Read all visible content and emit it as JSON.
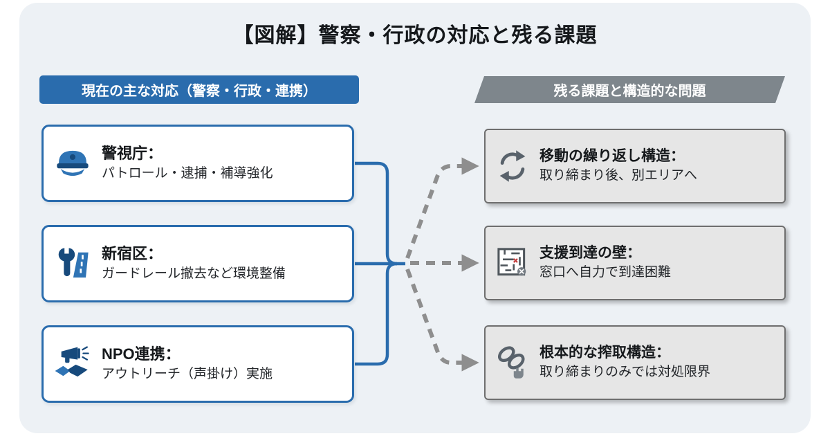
{
  "title": "【図解】警察・行政の対応と残る課題",
  "left": {
    "header": "現在の主な対応（警察・行政・連携）",
    "items": [
      {
        "icon": "police-cap-icon",
        "label": "警視庁：",
        "desc": "パトロール・逮捕・補導強化"
      },
      {
        "icon": "wrench-road-icon",
        "label": "新宿区：",
        "desc": "ガードレール撤去など環境整備"
      },
      {
        "icon": "megaphone-handshake-icon",
        "label": "NPO連携：",
        "desc": "アウトリーチ（声掛け）実施"
      }
    ]
  },
  "right": {
    "header": "残る課題と構造的な問題",
    "items": [
      {
        "icon": "repeat-arrows-icon",
        "label": "移動の繰り返し構造：",
        "desc": "取り締まり後、別エリアへ"
      },
      {
        "icon": "maze-icon",
        "label": "支援到達の壁：",
        "desc": "窓口へ自力で到達困難"
      },
      {
        "icon": "chain-hand-icon",
        "label": "根本的な搾取構造：",
        "desc": "取り締まりのみでは対処限界"
      }
    ]
  },
  "colors": {
    "accent_blue": "#2a6cad",
    "icon_blue_dark": "#174a7c",
    "header_gray": "#7e868c",
    "arrow_gray": "#8e8e8e",
    "card_gray": "#e6e6e6"
  }
}
